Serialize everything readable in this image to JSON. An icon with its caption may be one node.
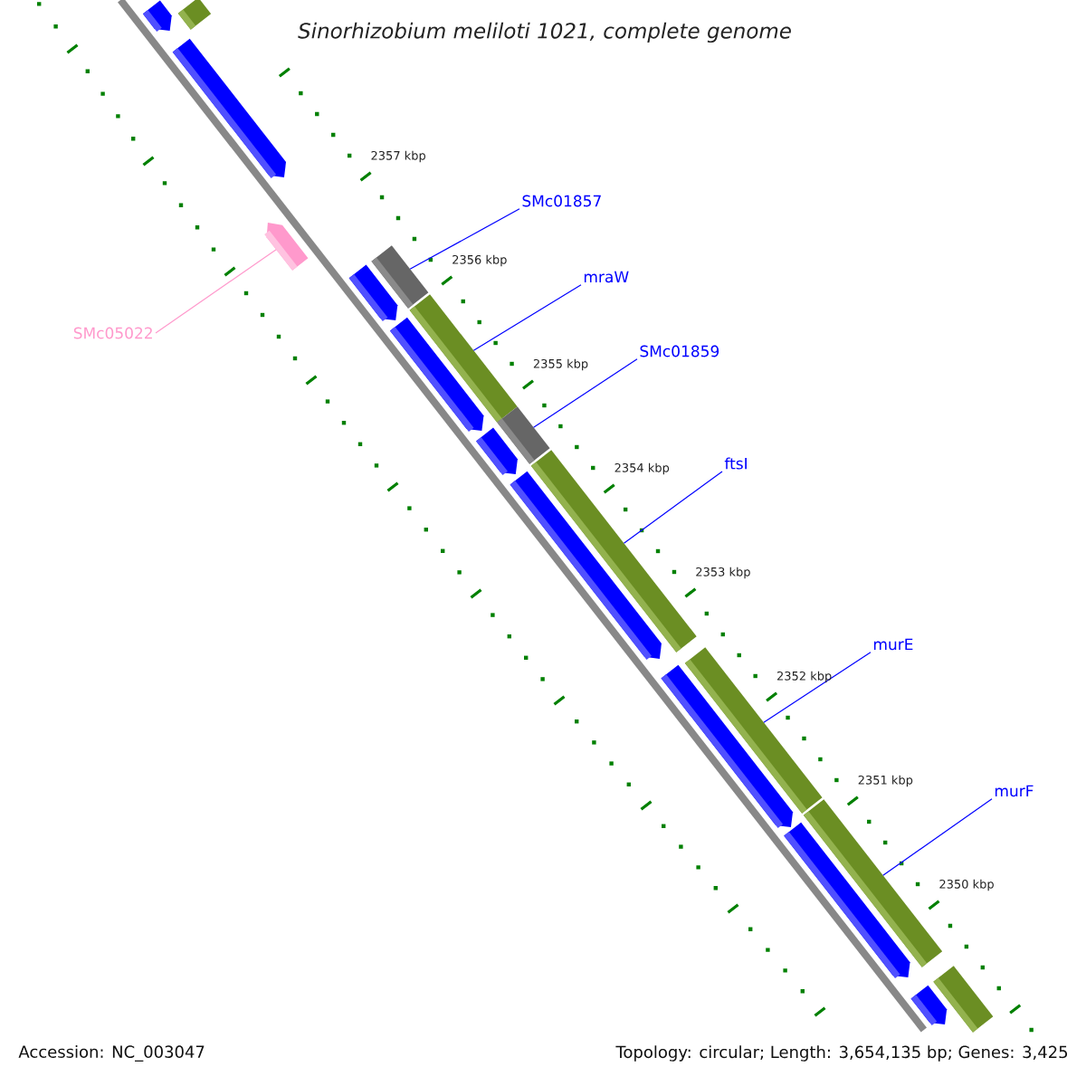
{
  "diagram": {
    "title": "Sinorhizobium meliloti 1021, complete genome",
    "nodes": [
      {
        "text": [],
        "shape": "arrow"
      },
      {
        "text": [],
        "shape": "bar"
      },
      {
        "text": [],
        "shape": "arrow"
      },
      {
        "text": [
          "SMc01857"
        ]
      },
      {
        "text": [],
        "shape": "arrow"
      },
      {
        "text": [],
        "shape": "bar"
      },
      {
        "text": [],
        "shape": "arrow"
      },
      {
        "text": [
          "mraW"
        ]
      },
      {
        "text": [],
        "shape": "bar"
      },
      {
        "text": [],
        "shape": "arrow"
      },
      {
        "text": [
          "SMc05022"
        ]
      },
      {
        "text": [
          "SMc01859"
        ]
      },
      {
        "text": [],
        "shape": "bar"
      },
      {
        "text": [],
        "shape": "arrow"
      },
      {
        "text": [],
        "shape": "bar"
      },
      {
        "text": [
          "ftsI"
        ]
      },
      {
        "text": [],
        "shape": "arrow"
      },
      {
        "text": [
          "murE"
        ]
      },
      {
        "text": [],
        "shape": "bar"
      },
      {
        "text": [],
        "shape": "arrow"
      },
      {
        "text": [
          "murF"
        ]
      },
      {
        "text": [],
        "shape": "bar"
      },
      {
        "text": [],
        "shape": "arrow"
      },
      {
        "text": [],
        "shape": "bar"
      },
      {
        "text": [],
        "shape": "arrow"
      }
    ],
    "edges": [
      {
        "from": 3,
        "to": 5,
        "arrow": "none"
      },
      {
        "from": 7,
        "to": 8,
        "arrow": "none"
      },
      {
        "from": 10,
        "to": 4,
        "arrow": "none",
        "color": "#ff99cc"
      },
      {
        "from": 11,
        "to": 12,
        "arrow": "none"
      },
      {
        "from": 15,
        "to": 14,
        "arrow": "none"
      },
      {
        "from": 17,
        "to": 18,
        "arrow": "none"
      },
      {
        "from": 20,
        "to": 21,
        "arrow": "none"
      }
    ],
    "labels": [
      "2357 kbp",
      "2356 kbp",
      "2355 kbp",
      "2354 kbp",
      "2353 kbp",
      "2352 kbp",
      "2351 kbp",
      "2350 kbp",
      "Accession: NC_003047",
      "Topology: circular; Length: 3,654,135 bp; Genes: 3,425"
    ]
  }
}
